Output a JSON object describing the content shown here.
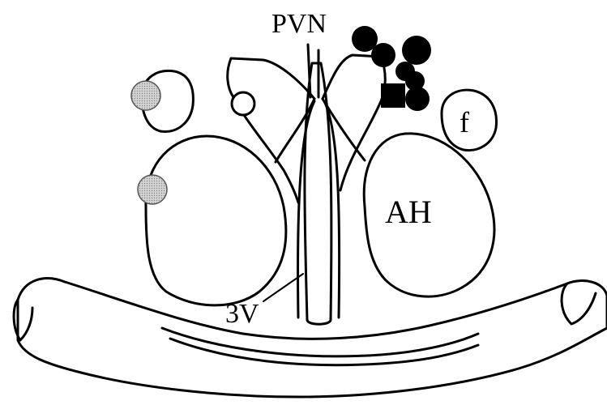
{
  "labels": {
    "pvn": "PVN",
    "third_ventricle": "3V",
    "anterior_hypothalamus": "AH",
    "fornix": "f"
  },
  "colors": {
    "stroke": "#000000",
    "filled_marker": "#000000",
    "gray_marker": "#c8c8c8",
    "background": "#ffffff"
  }
}
